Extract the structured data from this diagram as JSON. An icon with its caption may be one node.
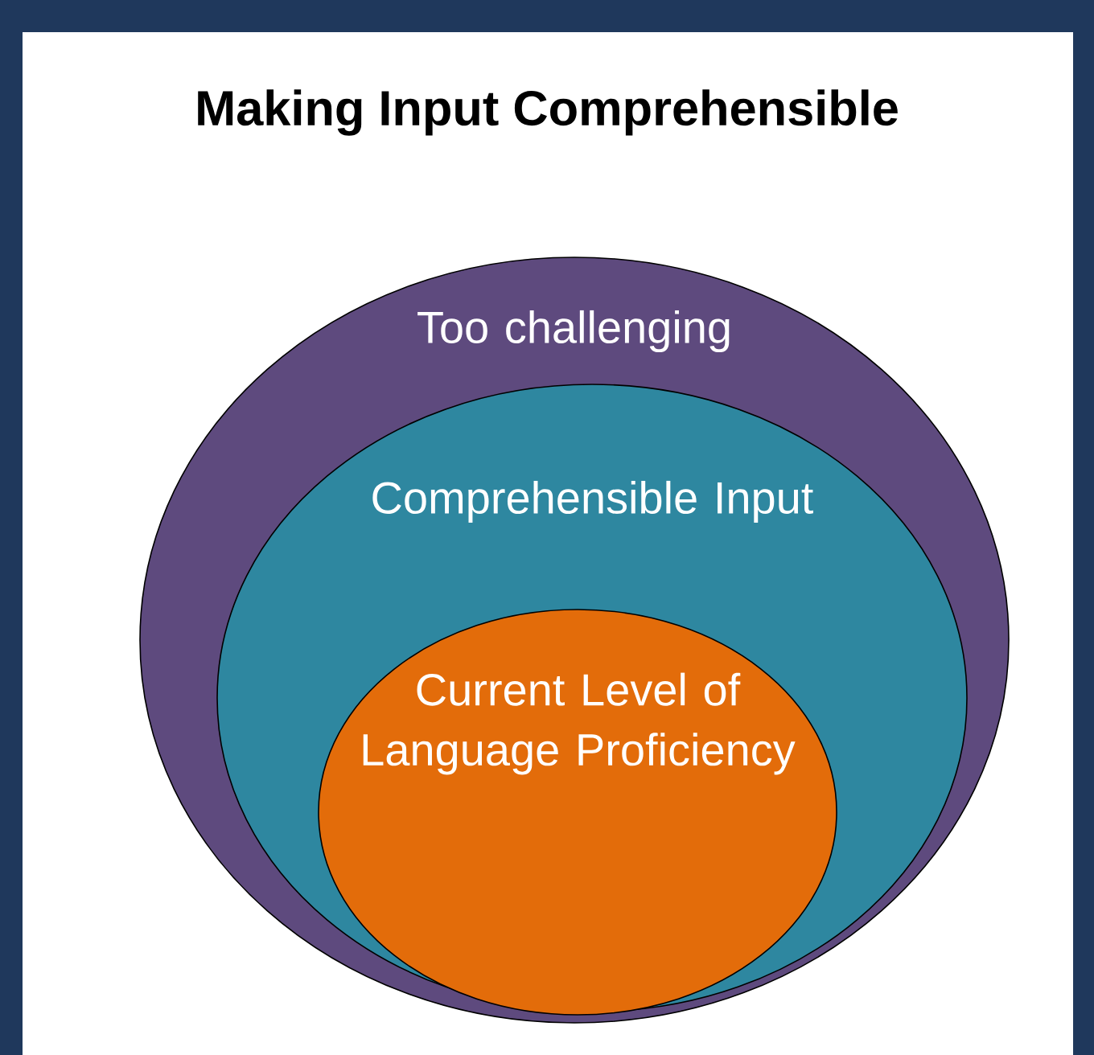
{
  "diagram": {
    "title": "Making Input Comprehensible",
    "nodes": [
      {
        "text": [
          "Too challenging"
        ]
      },
      {
        "text": [
          "Comprehensible Input"
        ],
        "in": 0
      },
      {
        "text": [
          "Current Level of Language Proficiency"
        ],
        "in": 1
      }
    ]
  }
}
